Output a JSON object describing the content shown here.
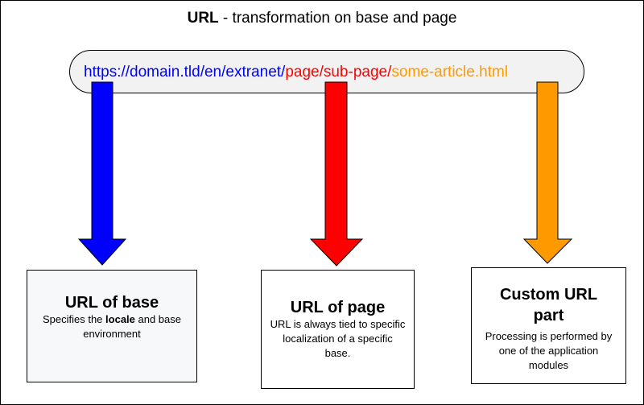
{
  "title": {
    "bold": "URL",
    "rest": " - transformation on base and page"
  },
  "url": {
    "base_part": "https://domain.tld/en/extranet/",
    "page_part": "page/sub-page/",
    "custom_part": "some-article.html"
  },
  "colors": {
    "base": "#0000ff",
    "page": "#ff0000",
    "custom": "#ff9900"
  },
  "boxes": {
    "base": {
      "title": "URL of base",
      "desc_before": "Specifies the ",
      "desc_bold": "locale",
      "desc_after": " and base environment"
    },
    "page": {
      "title": "URL of page",
      "desc": "URL is always tied to specific localization of a specific base."
    },
    "custom": {
      "title": "Custom URL part",
      "desc": "Processing is performed by one of the application modules"
    }
  }
}
